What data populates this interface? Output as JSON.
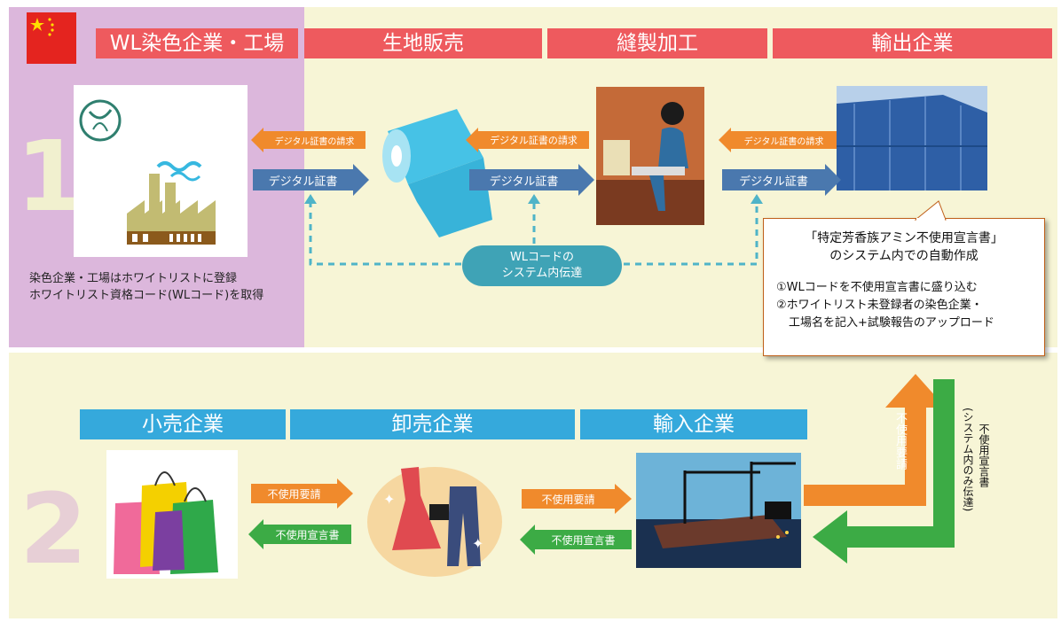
{
  "header_row1": [
    "WL染色企業・工場",
    "生地販売",
    "縫製加工",
    "輸出企業"
  ],
  "header_row2": [
    "小売企業",
    "卸売企業",
    "輸入企業"
  ],
  "step_numbers": [
    "1",
    "2"
  ],
  "arrows_row1": {
    "request_left": "デジタル証書の請求",
    "request_mid": "デジタル証書の請求",
    "request_right": "デジタル証書の請求",
    "cert_left": "デジタル証書",
    "cert_mid": "デジタル証書",
    "cert_right": "デジタル証書"
  },
  "wl_transfer": "WLコードの\nシステム内伝達",
  "dyeing_caption": [
    "染色企業・工場はホワイトリストに登録",
    "ホワイトリスト資格コード(WLコード)を取得"
  ],
  "note": {
    "title": [
      "「特定芳香族アミン不使用宣言書」",
      "のシステム内での自動作成"
    ],
    "items": [
      "①WLコードを不使用宣言書に盛り込む",
      "②ホワイトリスト未登録者の染色企業・",
      "工場名を記入+試験報告のアップロード"
    ]
  },
  "arrows_row2": {
    "req_left": "不使用要請",
    "decl_left": "不使用宣言書",
    "req_right": "不使用要請",
    "decl_right": "不使用宣言書"
  },
  "vertical_orange": "不使用要請",
  "vertical_green": "不使用宣言書",
  "vertical_green_sub": "(システム内のみ伝達)",
  "colors": {
    "red": "#ee5a5e",
    "blue": "#35a9dc",
    "orange": "#f08a2c",
    "steel": "#4a78ae",
    "green": "#3cab45",
    "dashed": "#4fb4c8"
  }
}
